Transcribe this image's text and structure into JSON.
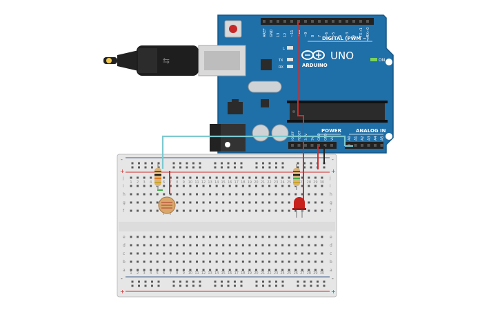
{
  "board": {
    "brand": "ARDUINO",
    "model": "UNO",
    "digital_label": "DIGITAL (PWM ~)",
    "power_label": "POWER",
    "analog_label": "ANALOG IN",
    "on_label": "ON",
    "led_l_label": "L",
    "led_tx_label": "TX",
    "led_rx_label": "RX",
    "digital_pins": [
      "AREF",
      "GND",
      "13",
      "12",
      "~11",
      "~10",
      "~9",
      "8",
      "7",
      "~6",
      "~5",
      "4",
      "~3",
      "2",
      "TX→1",
      "RX←0"
    ],
    "power_pins": [
      "IOREF",
      "RESET",
      "3.3V",
      "5V",
      "GND",
      "GND",
      "Vin"
    ],
    "analog_pins": [
      "A0",
      "A1",
      "A2",
      "A3",
      "A4",
      "A5"
    ]
  },
  "breadboard": {
    "row_letters_top": [
      "j",
      "i",
      "h",
      "g",
      "f"
    ],
    "row_letters_bottom": [
      "e",
      "d",
      "c",
      "b",
      "a"
    ],
    "column_numbers": [
      "1",
      "2",
      "3",
      "4",
      "5",
      "6",
      "7",
      "8",
      "9",
      "10",
      "11",
      "12",
      "13",
      "14",
      "15",
      "16",
      "17",
      "18",
      "19",
      "20",
      "21",
      "22",
      "23",
      "24",
      "25",
      "26",
      "27",
      "28",
      "29",
      "30"
    ],
    "rail_plus": "+",
    "rail_minus": "-"
  },
  "colors": {
    "board_blue": "#1f6fa8",
    "board_dark": "#165785",
    "wire_red": "#d42a2a",
    "wire_cyan": "#7cc9cf",
    "wire_black": "#222222",
    "led_red": "#c8211c",
    "breadboard": "#e8e8e8"
  },
  "icons": [
    "usb-cable-icon",
    "arduino-logo-icon",
    "reset-button-icon",
    "photoresistor-icon",
    "resistor-icon",
    "led-icon"
  ]
}
